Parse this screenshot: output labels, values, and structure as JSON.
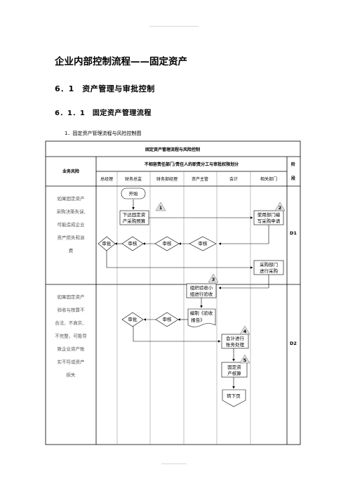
{
  "title": "企业内部控制流程——固定资产",
  "section": "6．1　资产管理与审批控制",
  "subsection": "6．1．1　固定资产管理流程",
  "caption": "1．固定资产管理流程与风险控制图",
  "table": {
    "title": "固定资产管理流程与风险控制",
    "risk_header": "业务风险",
    "group_header": "不相容责任部门/责任人的职责分工与审批权限划分",
    "stage_header": "阶段",
    "columns": [
      "总经理",
      "财务总监",
      "财务部经理",
      "资产主管",
      "会计",
      "相关部门"
    ],
    "stages": [
      {
        "code": "D1",
        "risk_lines": [
          "如果固定资产",
          "采购决策失误,",
          "可能造成企业",
          "资产损失和浪",
          "费"
        ]
      },
      {
        "code": "D2",
        "risk_lines": [
          "如果固定资产",
          "验收与核算不",
          "合法、不真实、",
          "不完整，可能导",
          "致企业资产账",
          "实不符或资产",
          "损失"
        ]
      }
    ]
  },
  "nodes": {
    "start": "开始",
    "plan": [
      "下达固定资",
      "产采购预算"
    ],
    "apply": [
      "使用部门编",
      "写采购申请"
    ],
    "approve_d1": "审批",
    "review_fd": "审核",
    "review_fm": "审核",
    "review_am": "审核",
    "purchase": [
      "采购部门",
      "进行采购"
    ],
    "accept": [
      "组织验收小",
      "组进行验收"
    ],
    "report": [
      "编制《验收",
      "报告》"
    ],
    "approve_d2": "审批",
    "review_d2": "审核",
    "accounting": [
      "会计进行",
      "账务处理"
    ],
    "check": [
      "固定资",
      "产核算"
    ],
    "next": "转下页"
  },
  "markers": [
    "1",
    "2",
    "3",
    "4",
    "5"
  ]
}
